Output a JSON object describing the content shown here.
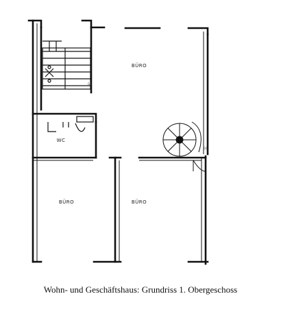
{
  "caption": "Wohn- und Geschäftshaus: Grundriss 1. Obergeschoss",
  "rooms": {
    "buero_top": "BÜRO",
    "wc": "WC",
    "buero_bottom_left": "BÜRO",
    "buero_bottom_middle": "BÜRO"
  },
  "annotations": {
    "stair_main": "GS",
    "stair_right": "GS"
  }
}
